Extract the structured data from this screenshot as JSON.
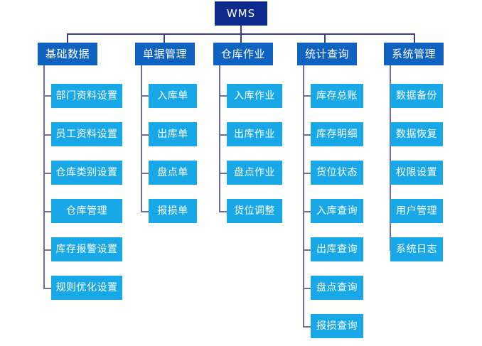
{
  "diagram": {
    "title": "WMS",
    "type": "org-chart",
    "colors": {
      "root_fill": "#0D2B8C",
      "branch_fill": "#0F62C0",
      "leaf_fill": "#18A8E8",
      "root_connector": "#3B3B8F",
      "sub_connector": "#6F6F9B",
      "label_color": "#FFFFFF",
      "background": "#FFFFFF"
    },
    "root": {
      "label": "WMS"
    },
    "branches": [
      {
        "label": "基础数据",
        "leaves": [
          {
            "label": "部门资料设置"
          },
          {
            "label": "员工资料设置"
          },
          {
            "label": "仓库类别设置"
          },
          {
            "label": "仓库管理"
          },
          {
            "label": "库存报警设置"
          },
          {
            "label": "规则优化设置"
          }
        ]
      },
      {
        "label": "单据管理",
        "leaves": [
          {
            "label": "入库单"
          },
          {
            "label": "出库单"
          },
          {
            "label": "盘点单"
          },
          {
            "label": "报损单"
          }
        ]
      },
      {
        "label": "仓库作业",
        "leaves": [
          {
            "label": "入库作业"
          },
          {
            "label": "出库作业"
          },
          {
            "label": "盘点作业"
          },
          {
            "label": "货位调整"
          }
        ]
      },
      {
        "label": "统计查询",
        "leaves": [
          {
            "label": "库存总账"
          },
          {
            "label": "库存明细"
          },
          {
            "label": "货位状态"
          },
          {
            "label": "入库查询"
          },
          {
            "label": "出库查询"
          },
          {
            "label": "盘点查询"
          },
          {
            "label": "报损查询"
          }
        ]
      },
      {
        "label": "系统管理",
        "leaves": [
          {
            "label": "数据备份"
          },
          {
            "label": "数据恢复"
          },
          {
            "label": "权限设置"
          },
          {
            "label": "用户管理"
          },
          {
            "label": "系统日志"
          }
        ]
      }
    ]
  }
}
